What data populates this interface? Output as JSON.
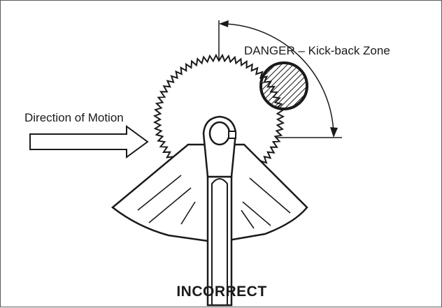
{
  "diagram": {
    "danger_label": "DANGER – Kick-back Zone",
    "motion_label": "Direction of Motion",
    "caption": "INCORRECT",
    "colors": {
      "ink": "#1a1a1a",
      "frame": "#5a5a5a",
      "background": "#ffffff"
    }
  }
}
